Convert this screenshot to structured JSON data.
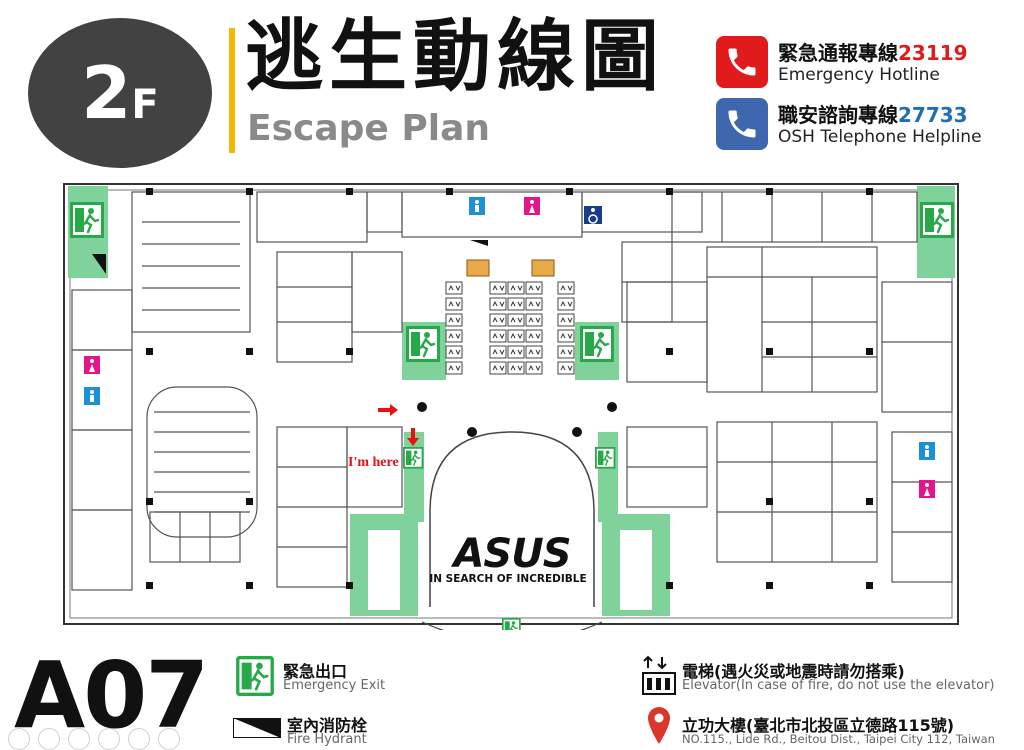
{
  "header": {
    "floor_number": "2",
    "floor_suffix": "F",
    "title_zh": "逃生動線圖",
    "title_en": "Escape Plan"
  },
  "hotlines": [
    {
      "label_zh": "緊急通報專線",
      "number": "23119",
      "label_en": "Emergency Hotline",
      "icon": "phone-icon",
      "color": "#e11b1b"
    },
    {
      "label_zh": "職安諮詢專線",
      "number": "27733",
      "label_en": "OSH Telephone Helpline",
      "icon": "phone-icon",
      "color": "#3f67b0"
    }
  ],
  "map": {
    "you_are_here": "I'm here",
    "logo_text": "ASUS",
    "logo_tagline": "IN SEARCH OF INCREDIBLE",
    "exit_color": "#27a94a",
    "zone_color": "#7fd39a"
  },
  "legend": {
    "building_code": "A07",
    "exit_zh": "緊急出口",
    "exit_en": "Emergency Exit",
    "hydrant_zh": "室內消防栓",
    "hydrant_en": "Fire Hydrant",
    "elevator_zh": "電梯(遇火災或地震時請勿搭乘)",
    "elevator_en": "Elevator(In case of fire, do not use the elevator)",
    "location_zh": "立功大樓(臺北市北投區立德路115號)",
    "location_en": "NO.115., Lide Rd., Beitou Dist., Taipei City 112, Taiwan"
  }
}
